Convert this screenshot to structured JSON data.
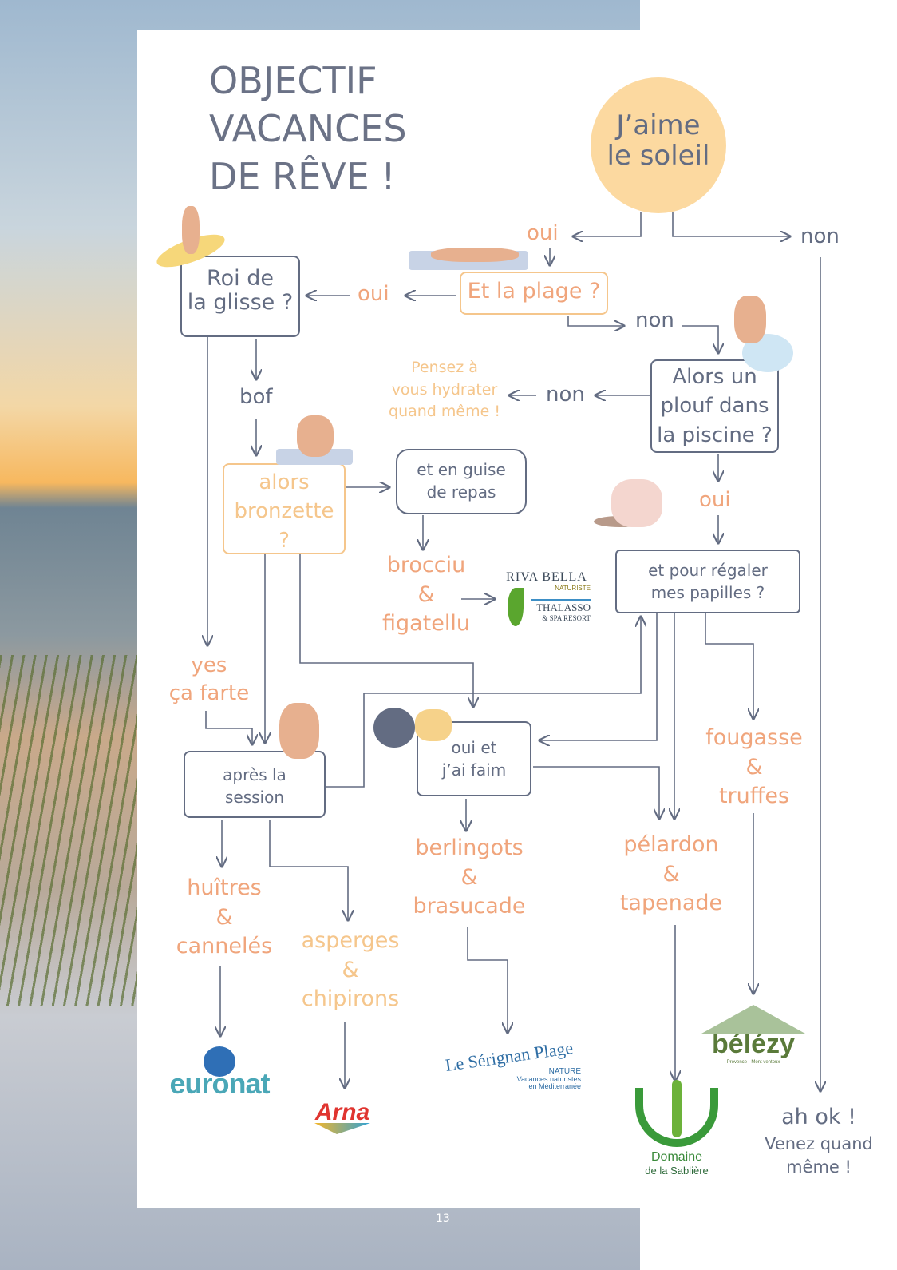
{
  "title": [
    "OBJECTIF",
    "VACANCES",
    "DE RÊVE !"
  ],
  "start": [
    "J’aime",
    "le soleil"
  ],
  "labels": {
    "oui1": "oui",
    "non1": "non",
    "oui2": "oui",
    "non2": "non",
    "bof": "bof",
    "non3": "non",
    "oui3": "oui"
  },
  "nodes": {
    "plage": "Et la plage ?",
    "glisse": [
      "Roi de",
      "la glisse ?"
    ],
    "piscine": [
      "Alors un",
      "plouf dans",
      "la piscine ?"
    ],
    "hydrater": [
      "Pensez à",
      "vous hydrater",
      "quand même !"
    ],
    "bronzette": [
      "alors",
      "bronzette",
      "?"
    ],
    "repas": [
      "et en guise",
      "de repas"
    ],
    "papilles": [
      "et pour régaler",
      "mes papilles ?"
    ],
    "yes": [
      "yes",
      "ça farte"
    ],
    "session": [
      "après la",
      "session"
    ],
    "faim": [
      "oui et",
      "j’ai faim"
    ]
  },
  "foods": {
    "brocciu": [
      "brocciu",
      "&",
      "figatellu"
    ],
    "fougasse": [
      "fougasse",
      "&",
      "truffes"
    ],
    "berlingots": [
      "berlingots",
      "&",
      "brasucade"
    ],
    "pelardon": [
      "pélardon",
      "&",
      "tapenade"
    ],
    "huitres": [
      "huîtres",
      "&",
      "cannelés"
    ],
    "asperges": [
      "asperges",
      "&",
      "chipirons"
    ]
  },
  "logos": {
    "riva": [
      "RIVA BELLA",
      "NATURISTE",
      "THALASSO",
      "& SPA RESORT"
    ],
    "euronat": "euronat",
    "arna": "Arna",
    "serignan": [
      "Le Sérignan Plage",
      "NATURE",
      "Vacances naturistes",
      "en Méditerranée"
    ],
    "sabliere": [
      "Domaine",
      "de la Sablière"
    ],
    "belezy": [
      "bélézy",
      "Provence - Mont ventoux"
    ]
  },
  "end": [
    "ah ok !",
    "Venez quand",
    "même !"
  ],
  "page_number": "13"
}
